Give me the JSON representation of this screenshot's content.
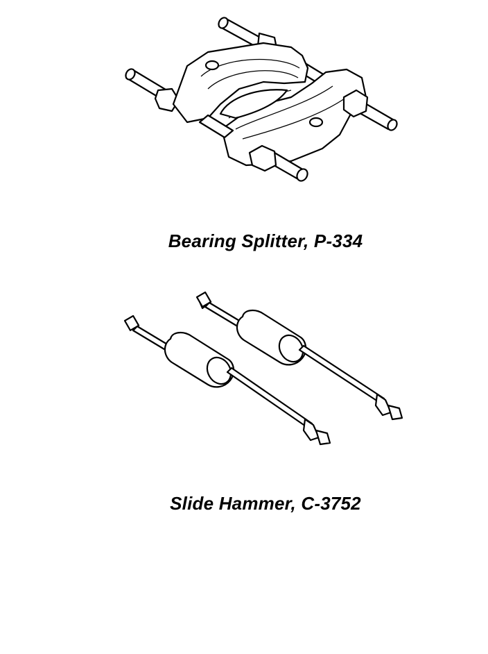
{
  "figures": [
    {
      "caption": "Bearing Splitter, P-334",
      "icon": "bearing-splitter-illustration"
    },
    {
      "caption": "Slide Hammer, C-3752",
      "icon": "slide-hammer-illustration"
    }
  ]
}
